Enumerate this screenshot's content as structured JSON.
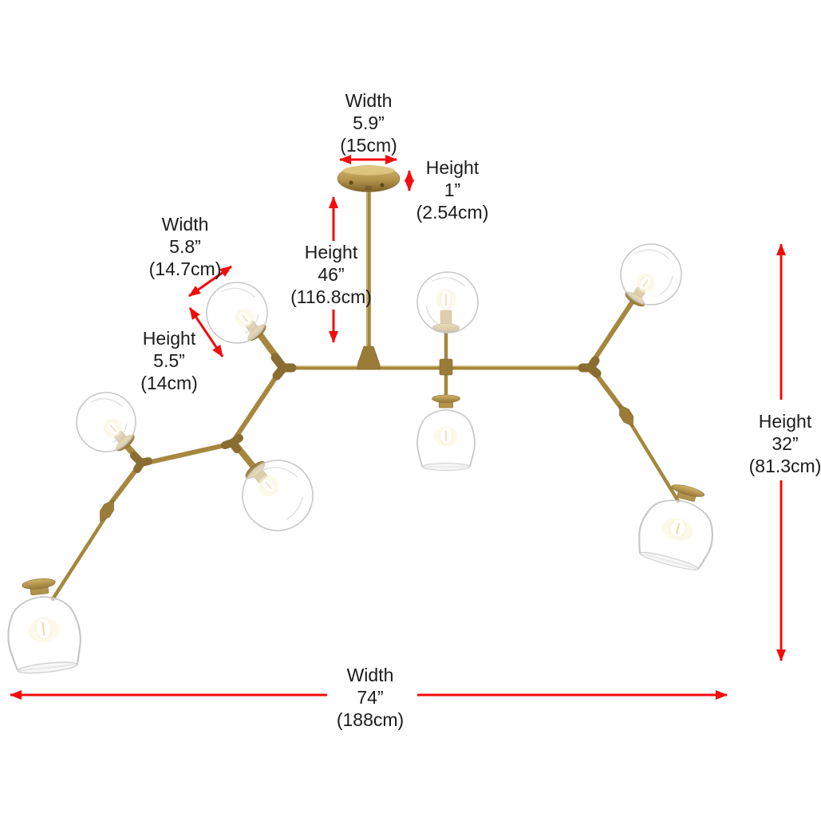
{
  "diagram": {
    "type": "product-dimension-diagram",
    "colors": {
      "red": "#f20c0c",
      "text": "#1b1b1b",
      "gold": "#a5873e",
      "gold_light": "#d2b569",
      "gold_dark": "#8a6d30",
      "glass_stroke": "#c7c7c7",
      "background": "#ffffff"
    },
    "labels": {
      "canopy_width": {
        "dim": "Width",
        "inches": "5.9”",
        "metric": "(15cm)"
      },
      "canopy_height": {
        "dim": "Height",
        "inches": "1”",
        "metric": "(2.54cm)"
      },
      "shade_width": {
        "dim": "Width",
        "inches": "5.8”",
        "metric": "(14.7cm)"
      },
      "rod_height": {
        "dim": "Height",
        "inches": "46”",
        "metric": "(116.8cm)"
      },
      "shade_height": {
        "dim": "Height",
        "inches": "5.5”",
        "metric": "(14cm)"
      },
      "fixture_height": {
        "dim": "Height",
        "inches": "32”",
        "metric": "(81.3cm)"
      },
      "fixture_width": {
        "dim": "Width",
        "inches": "74”",
        "metric": "(188cm)"
      }
    }
  }
}
